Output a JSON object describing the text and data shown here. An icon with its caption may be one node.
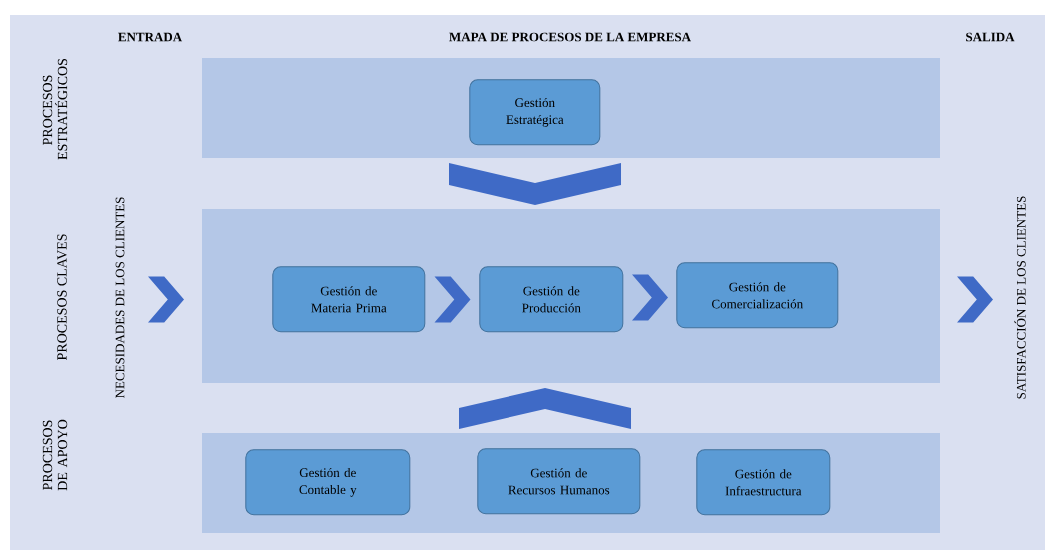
{
  "diagram": {
    "title": "MAPA DE PROCESOS DE LA EMPRESA",
    "nodes": [
      {
        "text": [],
        "shape": "box"
      },
      {
        "text": [
          "Gestión Estratégica"
        ],
        "in": 0
      },
      {
        "text": [
          "NECESIDADES DE LOS CLIENTES"
        ]
      },
      {
        "text": [],
        "shape": "box"
      },
      {
        "text": [
          "Gestión de Materia Prima"
        ],
        "in": 3
      },
      {
        "text": [
          "Gestión de Producción"
        ],
        "in": 3
      },
      {
        "text": [
          "Gestión de Comercialización"
        ],
        "in": 3
      },
      {
        "text": [
          "SATISFACCIÓN DE LOS CLIENTES"
        ]
      },
      {
        "text": [],
        "shape": "box"
      },
      {
        "text": [
          "Gestión de Contable y"
        ],
        "in": 8
      },
      {
        "text": [
          "Gestión de Recursos Humanos"
        ],
        "in": 8
      },
      {
        "text": [
          "Gestión de Infraestructura"
        ],
        "in": 8
      }
    ],
    "edges": [
      {
        "from": 0,
        "to": 3,
        "arrow": "to"
      },
      {
        "from": 2,
        "to": 3,
        "arrow": "to"
      },
      {
        "from": 4,
        "to": 5,
        "arrow": "to"
      },
      {
        "from": 5,
        "to": 6,
        "arrow": "to"
      },
      {
        "from": 3,
        "to": 7,
        "arrow": "to"
      },
      {
        "from": 8,
        "to": 3,
        "arrow": "to"
      }
    ],
    "labels": [
      "ENTRADA",
      "SALIDA",
      "PROCESOS ESTRATÉGICOS",
      "PROCESOS CLAVES",
      "PROCESOS DE APOYO"
    ]
  }
}
